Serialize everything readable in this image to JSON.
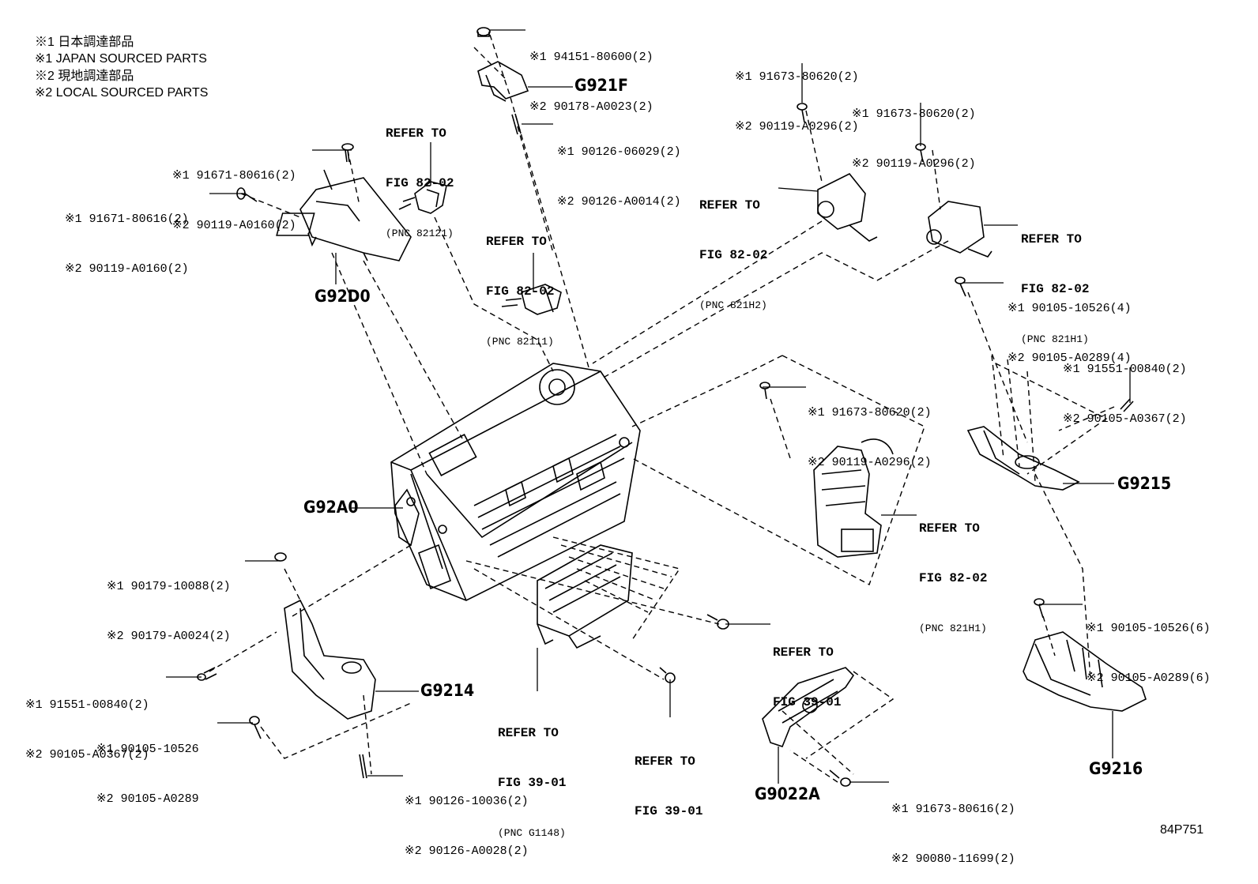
{
  "notes": [
    "※1 日本調達部品",
    "※1 JAPAN SOURCED PARTS",
    "※2 現地調達部品",
    "※2 LOCAL SOURCED PARTS"
  ],
  "refs": {
    "fig_82_02": "FIG 82-02",
    "fig_39_01": "FIG 39-01",
    "refer_to": "REFER TO",
    "pnc_82121": "(PNC 82121)",
    "pnc_82111": "(PNC 82111)",
    "pnc_821h2": "(PNC 821H2)",
    "pnc_821h1_a": "(PNC 821H1)",
    "pnc_821h1_b": "(PNC 821H1)",
    "pnc_g1148": "(PNC G1148)"
  },
  "parts": {
    "p94151": [
      "※1 94151-80600(2)",
      "※2 90178-A0023(2)"
    ],
    "p90126_06029": [
      "※1 90126-06029(2)",
      "※2 90126-A0014(2)"
    ],
    "p91673_a": [
      "※1 91673-80620(2)",
      "※2 90119-A0296(2)"
    ],
    "p91673_b": [
      "※1 91673-80620(2)",
      "※2 90119-A0296(2)"
    ],
    "p91671_a": [
      "※1 91671-80616(2)",
      "※2 90119-A0160(2)"
    ],
    "p91671_b": [
      "※1 91671-80616(2)",
      "※2 90119-A0160(2)"
    ],
    "p90105_4": [
      "※1 90105-10526(4)",
      "※2 90105-A0289(4)"
    ],
    "p91551_r": [
      "※1 91551-00840(2)",
      "※2 90105-A0367(2)"
    ],
    "p91673_c": [
      "※1 91673-80620(2)",
      "※2 90119-A0296(2)"
    ],
    "p90179": [
      "※1 90179-10088(2)",
      "※2 90179-A0024(2)"
    ],
    "p91551_l": [
      "※1 91551-00840(2)",
      "※2 90105-A0367(2)"
    ],
    "p90105_1": [
      "※1 90105-10526",
      "※2 90105-A0289"
    ],
    "p90126_10036": [
      "※1 90126-10036(2)",
      "※2 90126-A0028(2)"
    ],
    "p90105_6": [
      "※1 90105-10526(6)",
      "※2 90105-A0289(6)"
    ],
    "p91673_80616": [
      "※1 91673-80616(2)",
      "※2 90080-11699(2)"
    ]
  },
  "callouts": {
    "g921f": "G921F",
    "g92d0": "G92D0",
    "g92a0": "G92A0",
    "g9215": "G9215",
    "g9214": "G9214",
    "g9216": "G9216",
    "g9022a": "G9022A"
  },
  "diagram_code": "84P751"
}
